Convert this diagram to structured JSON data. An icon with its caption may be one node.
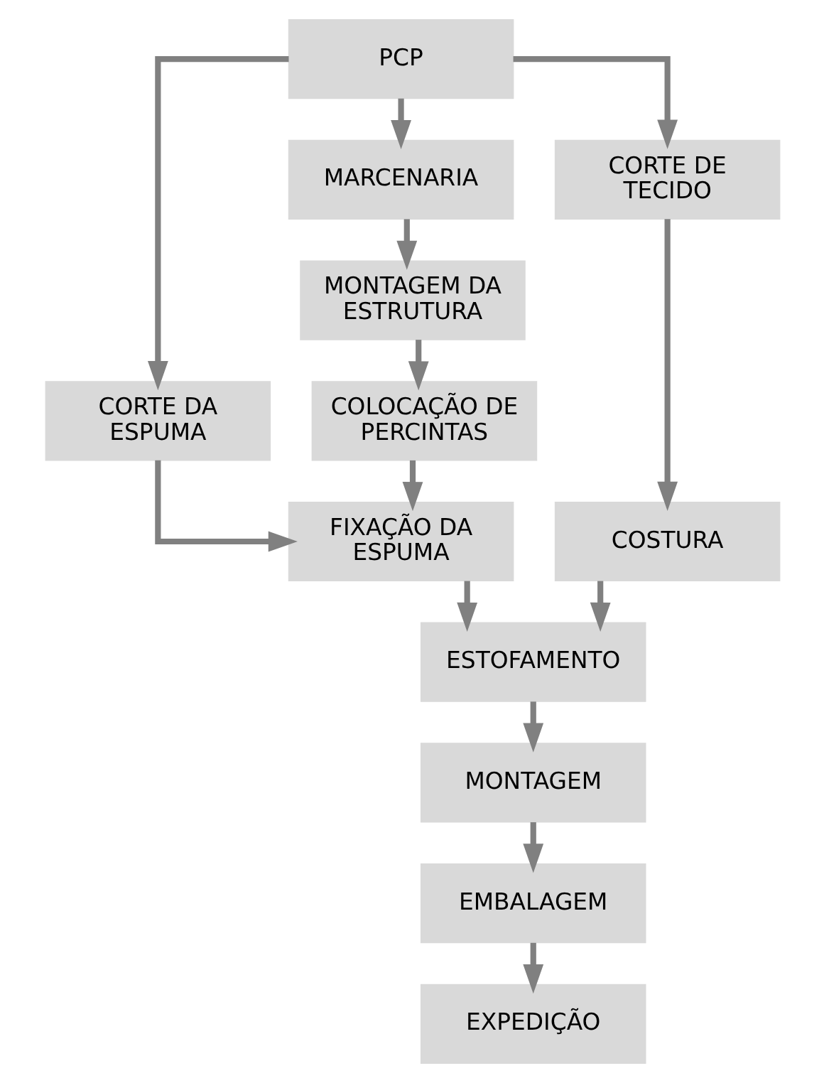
{
  "diagram": {
    "nodes": [
      {
        "text": [
          "PCP"
        ]
      },
      {
        "text": [
          "CORTE DA ESPUMA"
        ]
      },
      {
        "text": [
          "MARCENARIA"
        ]
      },
      {
        "text": [
          "CORTE DE TECIDO"
        ]
      },
      {
        "text": [
          "MONTAGEM DA ESTRUTURA"
        ]
      },
      {
        "text": [
          "COSTURA"
        ]
      },
      {
        "text": [
          "COLOCAÇÃO DE PERCINTAS"
        ]
      },
      {
        "text": [
          "FIXAÇÃO DA ESPUMA"
        ]
      },
      {
        "text": [
          "ESTOFAMENTO"
        ]
      },
      {
        "text": [
          "MONTAGEM"
        ]
      },
      {
        "text": [
          "EMBALAGEM"
        ]
      },
      {
        "text": [
          "EXPEDIÇÃO"
        ]
      }
    ],
    "edges": [
      {
        "from": 0,
        "to": 1,
        "arrow": "to"
      },
      {
        "from": 0,
        "to": 2,
        "arrow": "to"
      },
      {
        "from": 0,
        "to": 3,
        "arrow": "to"
      },
      {
        "from": 2,
        "to": 4,
        "arrow": "to"
      },
      {
        "from": 3,
        "to": 5,
        "arrow": "to"
      },
      {
        "from": 4,
        "to": 6,
        "arrow": "to"
      },
      {
        "from": 6,
        "to": 7,
        "arrow": "to"
      },
      {
        "from": 1,
        "to": 7,
        "arrow": "to"
      },
      {
        "from": 7,
        "to": 8,
        "arrow": "to"
      },
      {
        "from": 5,
        "to": 8,
        "arrow": "to"
      },
      {
        "from": 8,
        "to": 9,
        "arrow": "to"
      },
      {
        "from": 9,
        "to": 10,
        "arrow": "to"
      },
      {
        "from": 10,
        "to": 11,
        "arrow": "to"
      }
    ]
  }
}
